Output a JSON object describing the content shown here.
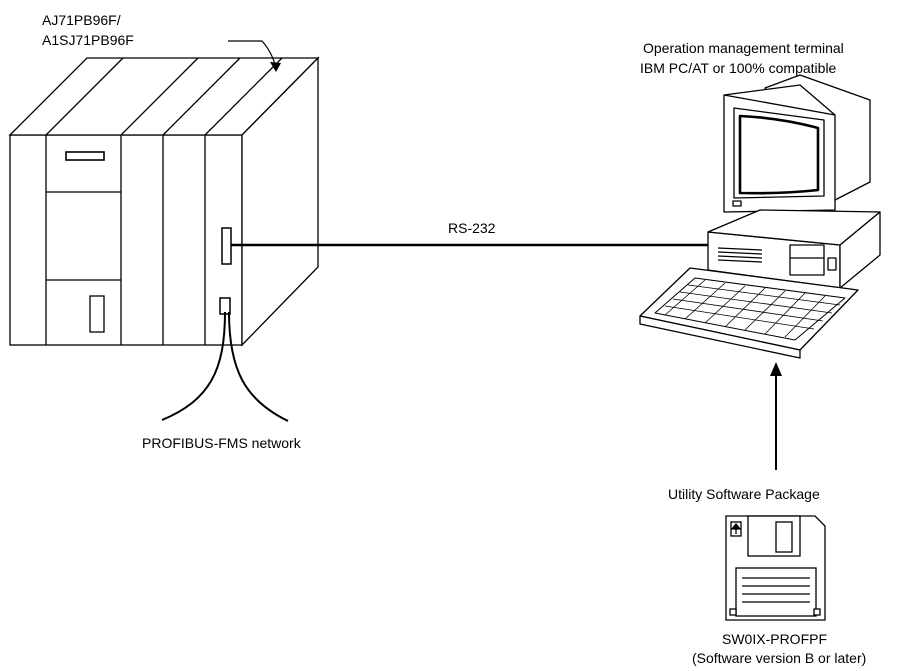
{
  "labels": {
    "plc_model_line1": "AJ71PB96F/",
    "plc_model_line2": "A1SJ71PB96F",
    "terminal_line1": "Operation management terminal",
    "terminal_line2": "IBM PC/AT or 100% compatible",
    "rs232": "RS-232",
    "network": "PROFIBUS-FMS network",
    "utility": "Utility Software Package",
    "software_line1": "SW0IX-PROFPF",
    "software_line2": "(Software version B or later)"
  }
}
